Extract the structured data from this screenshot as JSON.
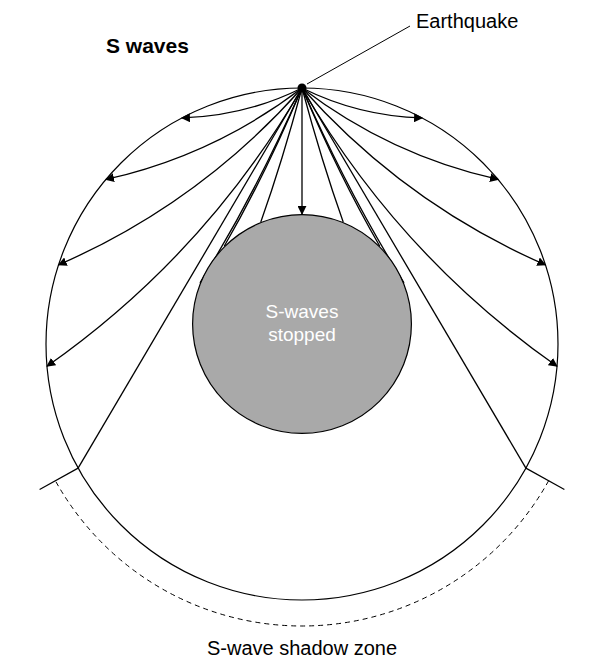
{
  "diagram": {
    "title": "S waves",
    "nodes": [
      {
        "text": [
          "S-waves stopped"
        ]
      }
    ],
    "labels": [
      "Earthquake",
      "S-wave shadow zone"
    ]
  }
}
